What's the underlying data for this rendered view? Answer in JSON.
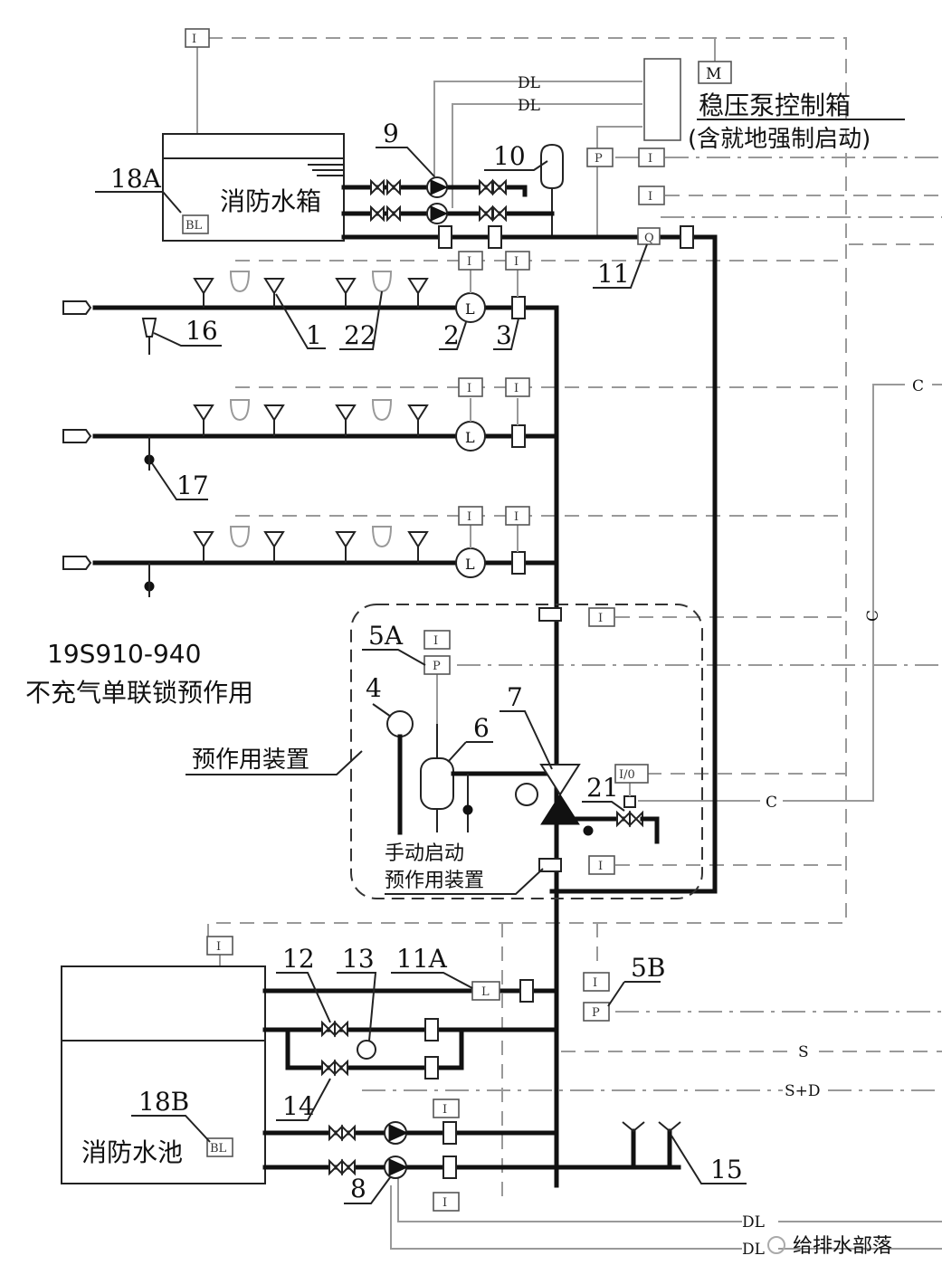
{
  "labels": {
    "standard_code": "19S910-940",
    "system_type": "不充气单联锁预作用",
    "tank_top": "消防水箱",
    "tank_bottom": "消防水池",
    "pump_control_box": "稳压泵控制箱",
    "pump_control_note": "(含就地强制启动)",
    "preaction_device": "预作用装置",
    "manual_start": "手动启动",
    "manual_start_2": "预作用装置",
    "watermark": "给排水部落"
  },
  "callouts": [
    "18A",
    "9",
    "10",
    "11",
    "16",
    "1",
    "22",
    "2",
    "3",
    "17",
    "5A",
    "4",
    "6",
    "7",
    "21",
    "12",
    "13",
    "11A",
    "5B",
    "18B",
    "14",
    "15",
    "8"
  ],
  "signal_labels": {
    "dl": "DL",
    "c": "C",
    "s": "S",
    "sd": "S+D",
    "i": "I",
    "p": "P",
    "m": "M",
    "l": "L",
    "bl": "BL",
    "q": "Q",
    "io": "I/0"
  }
}
